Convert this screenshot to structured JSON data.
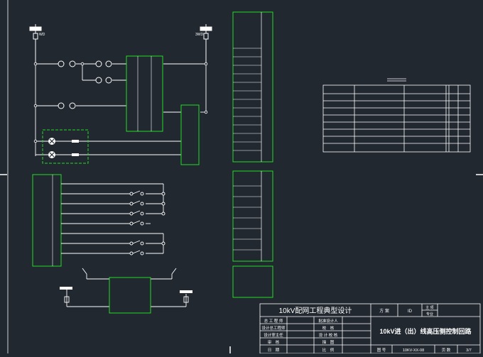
{
  "colors": {
    "background": "#212830",
    "line": "#ffffff",
    "module": "#22dd22",
    "table": "#ffffff"
  },
  "terminal_labels": {
    "left": "WD",
    "right": "3WD"
  },
  "title_block": {
    "project_title": "10kV配网工程典型设计",
    "drawing_title": "10kV进（出）线高压侧控制回路",
    "header_cells": [
      "方 案",
      "ID",
      "主 项",
      "专业"
    ],
    "left_rows": [
      [
        "总 工 程 师",
        "批准设计人"
      ],
      [
        "设计总工程师",
        "校　核"
      ],
      [
        "设计室主任",
        "设 计 校 核"
      ],
      [
        "审　核",
        "描　图"
      ],
      [
        "日　期",
        "比　例"
      ]
    ],
    "bottom_cells": [
      "图 号",
      "10KV-XX-08",
      "页 数",
      "3/7"
    ]
  }
}
